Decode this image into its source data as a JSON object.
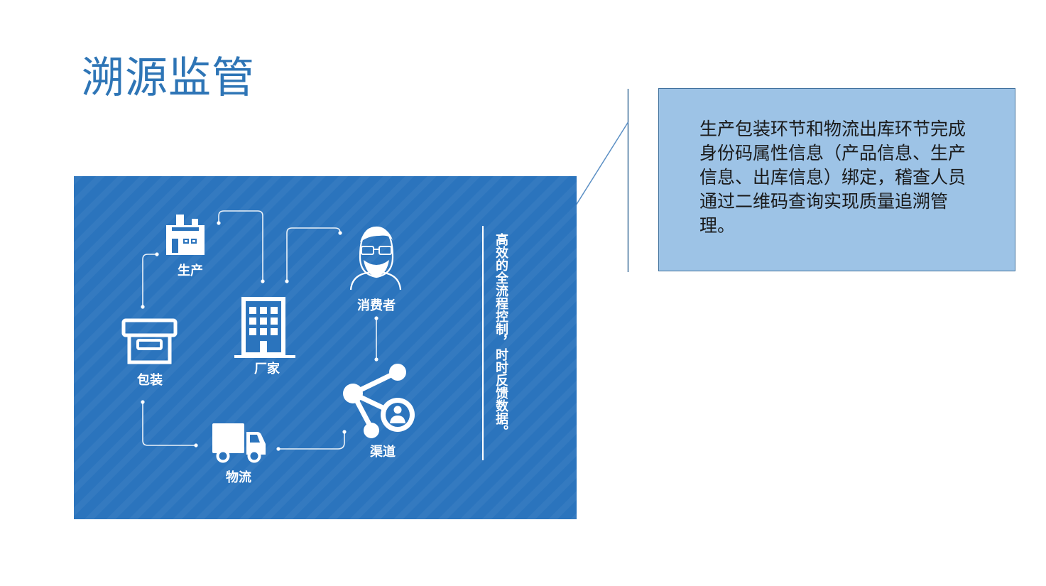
{
  "title": "溯源监管",
  "diagram": {
    "nodes": {
      "production": "生产",
      "manufacturer": "厂家",
      "consumer": "消费者",
      "packaging": "包装",
      "logistics": "物流",
      "channel": "渠道"
    },
    "vertical_caption": "高效的全流程控制，时时反馈数据。",
    "icons": [
      "factory-icon",
      "office-building-icon",
      "consumer-avatar-icon",
      "box-icon",
      "truck-icon",
      "share-network-icon"
    ]
  },
  "infobox": {
    "text": "生产包装环节和物流出库环节完成身份码属性信息（产品信息、生产信息、出库信息）绑定，稽查人员通过二维码查询实现质量追溯管理。"
  },
  "colors": {
    "title": "#2e75b6",
    "panel_background": "#2b74bd",
    "infobox_background": "#9dc3e6",
    "infobox_border": "#41719c"
  }
}
